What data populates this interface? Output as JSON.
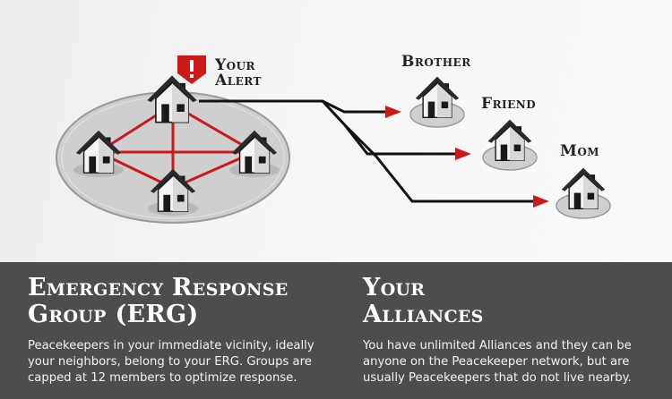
{
  "diagram": {
    "alert_label_line1": "Your",
    "alert_label_line2": "Alert",
    "alert_icon": "exclamation-shield-icon",
    "contacts": [
      {
        "label": "Brother"
      },
      {
        "label": "Friend"
      },
      {
        "label": "Mom"
      }
    ],
    "colors": {
      "network_line": "#cc1a1a",
      "arrow": "#cc1a1a",
      "alert_badge": "#cc1a1a",
      "connector": "#111111",
      "panel": "#4d4d4d"
    }
  },
  "erg": {
    "heading": "Emergency Response\nGroup (ERG)",
    "body": "Peacekeepers in your immediate vicinity, ideally your neighbors, belong to your ERG. Groups are capped at 12 members to optimize response."
  },
  "alliances": {
    "heading": "Your\nAlliances",
    "body": "You have unlimited Alliances and they can be anyone on the Peacekeeper network, but are usually Peacekeepers that do not live nearby."
  }
}
